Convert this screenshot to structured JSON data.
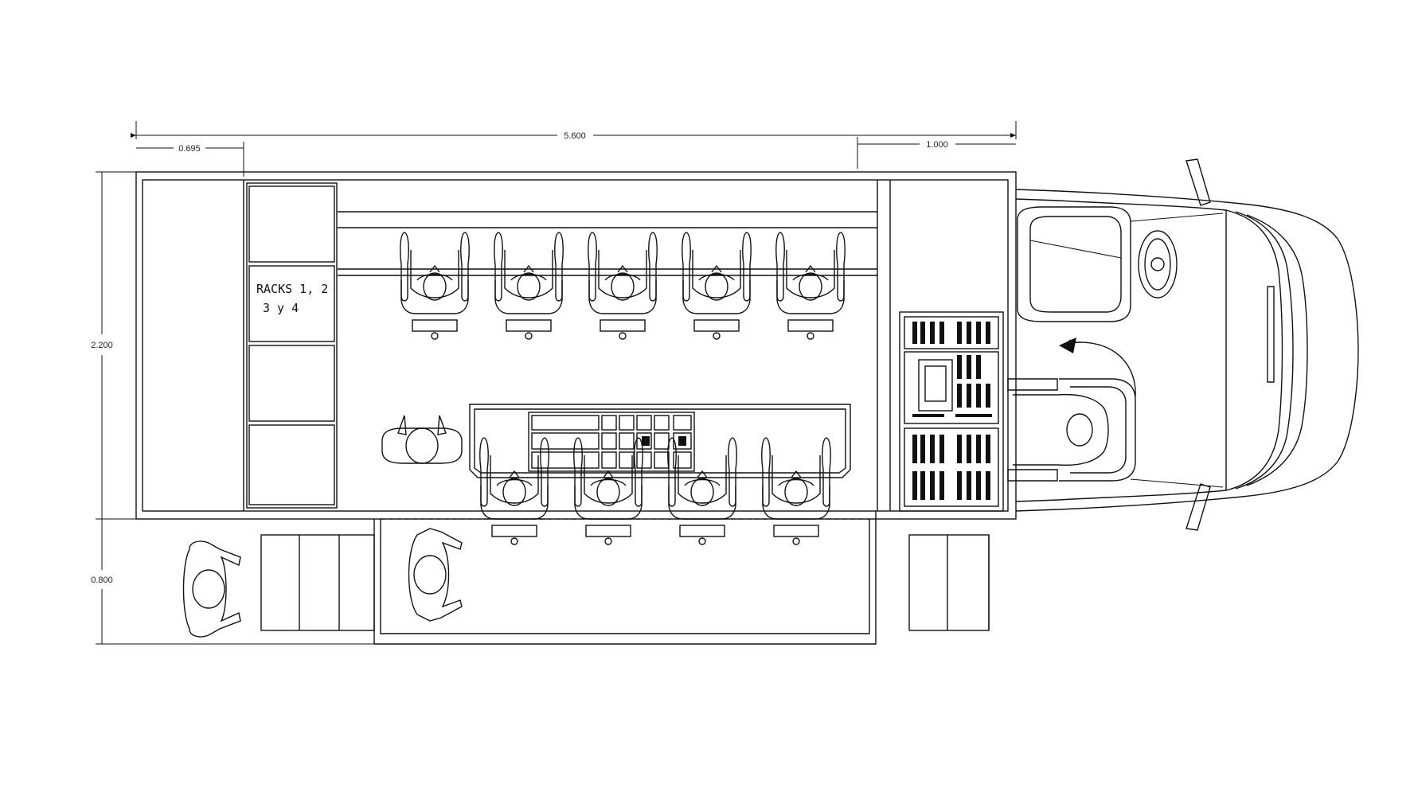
{
  "dimensions": {
    "overall_length": "5.600",
    "rear_section": "0.695",
    "cab_section": "1.000",
    "body_width": "2.200",
    "awning_width": "0.800"
  },
  "labels": {
    "racks_line1": "RACKS 1, 2",
    "racks_line2": "3 y 4"
  },
  "colors": {
    "line": "#111111",
    "background": "#ffffff"
  }
}
